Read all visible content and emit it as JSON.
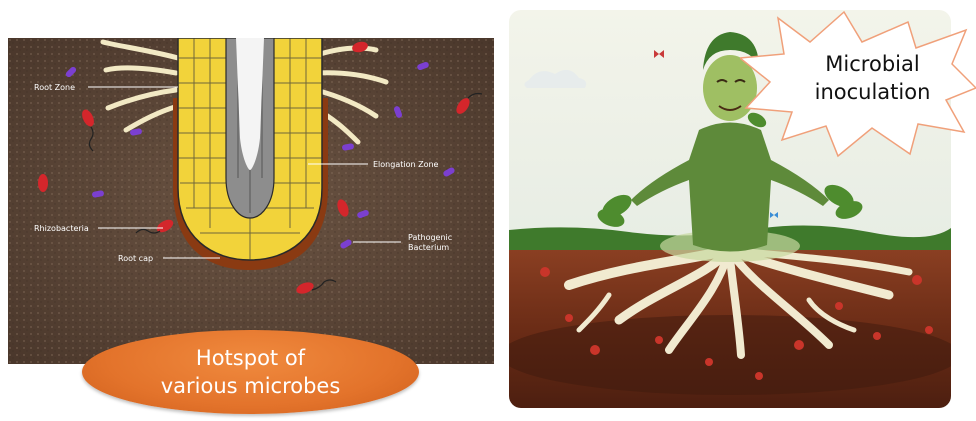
{
  "left_diagram": {
    "labels": {
      "root_zone": "Root Zone",
      "elongation_zone": "Elongation Zone",
      "rhizobacteria": "Rhizobacteria",
      "root_cap": "Root cap",
      "pathogenic_line1": "Pathogenic",
      "pathogenic_line2": "Bacterium"
    },
    "caption_line1": "Hotspot of",
    "caption_line2": "various microbes"
  },
  "right_illustration": {
    "callout_line1": "Microbial",
    "callout_line2": "inoculation"
  },
  "colors": {
    "soil": "#5a4536",
    "caption_oval": "#e3732b",
    "root_yellow": "#f2d33a",
    "root_cap": "#8a3a12",
    "bacteria_red": "#d4262b",
    "bacteria_purple": "#7b3fd0"
  }
}
